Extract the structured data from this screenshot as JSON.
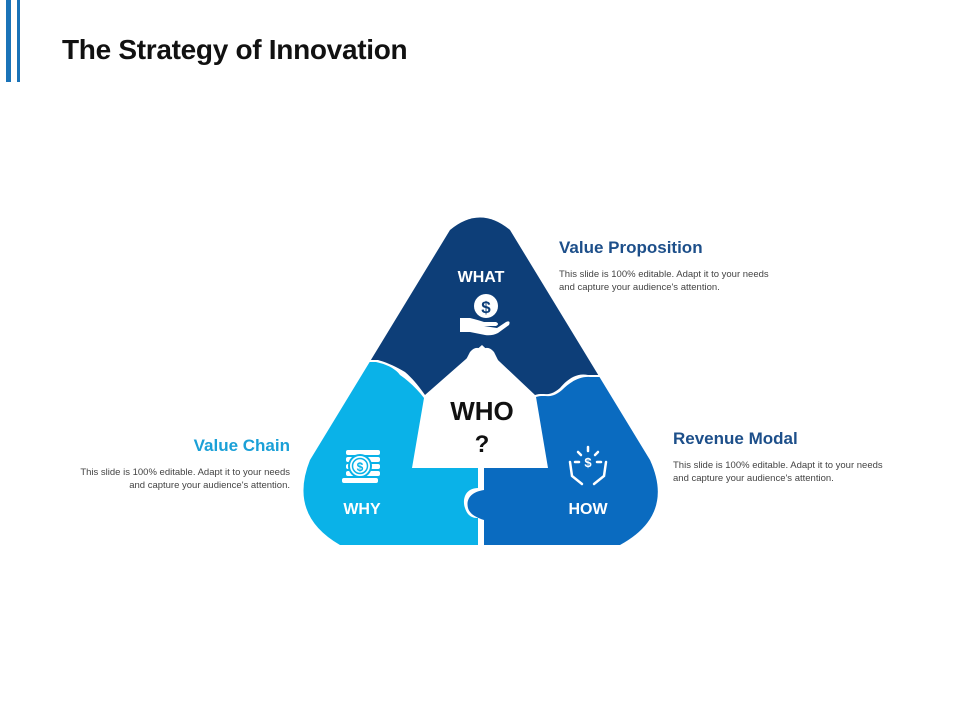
{
  "title": "The Strategy of Innovation",
  "center": {
    "line1": "WHO",
    "line2": "?"
  },
  "pieces": {
    "what": {
      "label": "WHAT",
      "icon": "hand-coin-icon",
      "color": "#0d3e78"
    },
    "why": {
      "label": "WHY",
      "icon": "money-stack-icon",
      "color": "#0ab2e8"
    },
    "how": {
      "label": "HOW",
      "icon": "hands-dollar-icon",
      "color": "#0a6bc0"
    }
  },
  "blocks": {
    "value_proposition": {
      "heading": "Value Proposition",
      "text": "This slide is 100% editable.  Adapt it to your needs and capture your audience's attention."
    },
    "value_chain": {
      "heading": "Value Chain",
      "text": "This slide is 100% editable.  Adapt it to your needs and capture your audience's attention."
    },
    "revenue_modal": {
      "heading": "Revenue Modal",
      "text": "This slide is 100% editable.  Adapt it to your needs and capture your audience's attention."
    }
  }
}
